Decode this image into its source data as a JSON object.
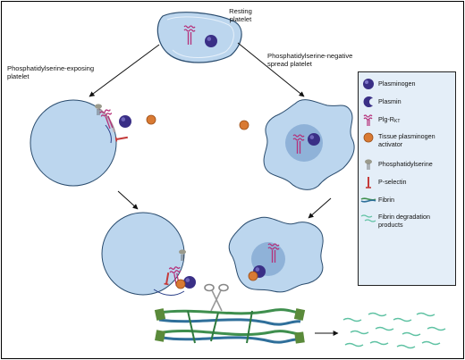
{
  "labels": {
    "resting": "Resting platelet",
    "ps_exposing": "Phosphatidylserine-exposing platelet",
    "ps_negative": "Phosphatidylserine-negative spread platelet"
  },
  "legend": {
    "plasminogen": "Plasminogen",
    "plasmin": "Plasmin",
    "plg_rkt_main": "Plg-R",
    "plg_rkt_sub": "KT",
    "tpa": "Tissue plasminogen activator",
    "phosphatidylserine": "Phosphatidylserine",
    "pselectin": "P-selectin",
    "fibrin": "Fibrin",
    "fdp": "Fibrin degradation products"
  },
  "colors": {
    "platelet_fill": "#bcd6ee",
    "platelet_stroke": "#2a4c6e",
    "nucleus": "#8fb2d8",
    "plasminogen": "#3a2f86",
    "tpa": "#d97a33",
    "receptor": "#b5307a",
    "pselectin": "#c43a3a",
    "ps_lipid": "#9a9a8c",
    "fibrin": "#3f8f4e",
    "fdp": "#5fc2a3",
    "legend_bg": "#e4eef8"
  },
  "icons": [
    "arrow-icon",
    "scissors-icon",
    "plasminogen-icon",
    "plasmin-icon",
    "plg-rkt-icon",
    "tpa-icon",
    "phosphatidylserine-icon",
    "p-selectin-icon",
    "fibrin-icon",
    "fibrin-degradation-products-icon"
  ]
}
